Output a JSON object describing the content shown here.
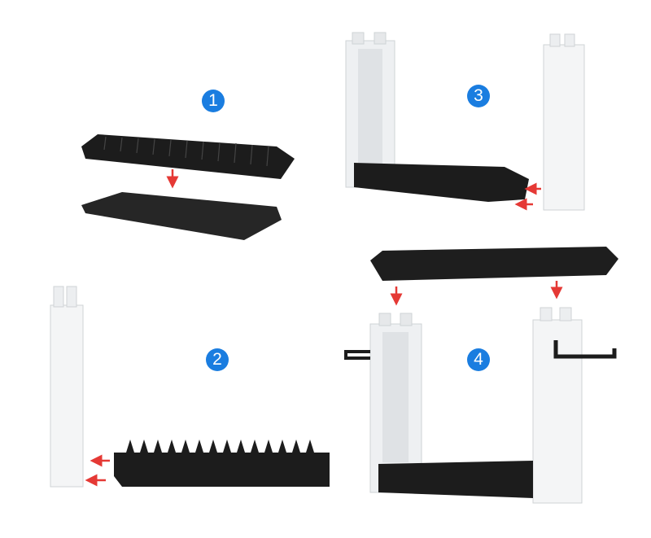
{
  "colors": {
    "accent": "#1a7de0",
    "arrow": "#e53935",
    "rack": "#1c1c1c",
    "column": "#eef0f2"
  },
  "steps": [
    {
      "number": "1"
    },
    {
      "number": "2"
    },
    {
      "number": "3"
    },
    {
      "number": "4"
    }
  ]
}
